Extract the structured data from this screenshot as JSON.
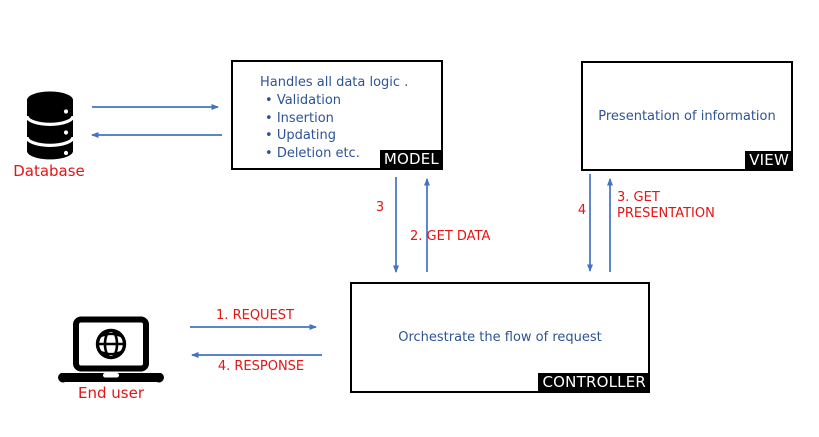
{
  "colors": {
    "arrow_blue": "#4472C4",
    "text_blue": "#2E5494",
    "label_red": "#E31515",
    "tag_bg": "#000000",
    "tag_text": "#FFFFFF"
  },
  "nodes": {
    "database": {
      "label": "Database"
    },
    "end_user": {
      "label": "End user"
    },
    "model": {
      "tag": "MODEL",
      "title": "Handles all data logic .",
      "bullets": [
        "Validation",
        "Insertion",
        "Updating",
        "Deletion etc."
      ]
    },
    "view": {
      "tag": "VIEW",
      "text": "Presentation of information"
    },
    "controller": {
      "tag": "CONTROLLER",
      "text": "Orchestrate the flow of request"
    }
  },
  "edges": {
    "request": {
      "label": "1. REQUEST",
      "from": "end_user",
      "to": "controller"
    },
    "response": {
      "label": "4. RESPONSE",
      "from": "controller",
      "to": "end_user"
    },
    "get_data": {
      "label": "2. GET DATA",
      "from": "controller",
      "to": "model"
    },
    "model_return": {
      "label": "3",
      "from": "model",
      "to": "controller"
    },
    "get_presentation": {
      "label": "3. GET PRESENTATION",
      "from": "controller",
      "to": "view"
    },
    "view_return": {
      "label": "4",
      "from": "view",
      "to": "controller"
    },
    "db_read": {
      "label": "",
      "from": "model",
      "to": "database"
    },
    "db_write": {
      "label": "",
      "from": "database",
      "to": "model"
    }
  }
}
